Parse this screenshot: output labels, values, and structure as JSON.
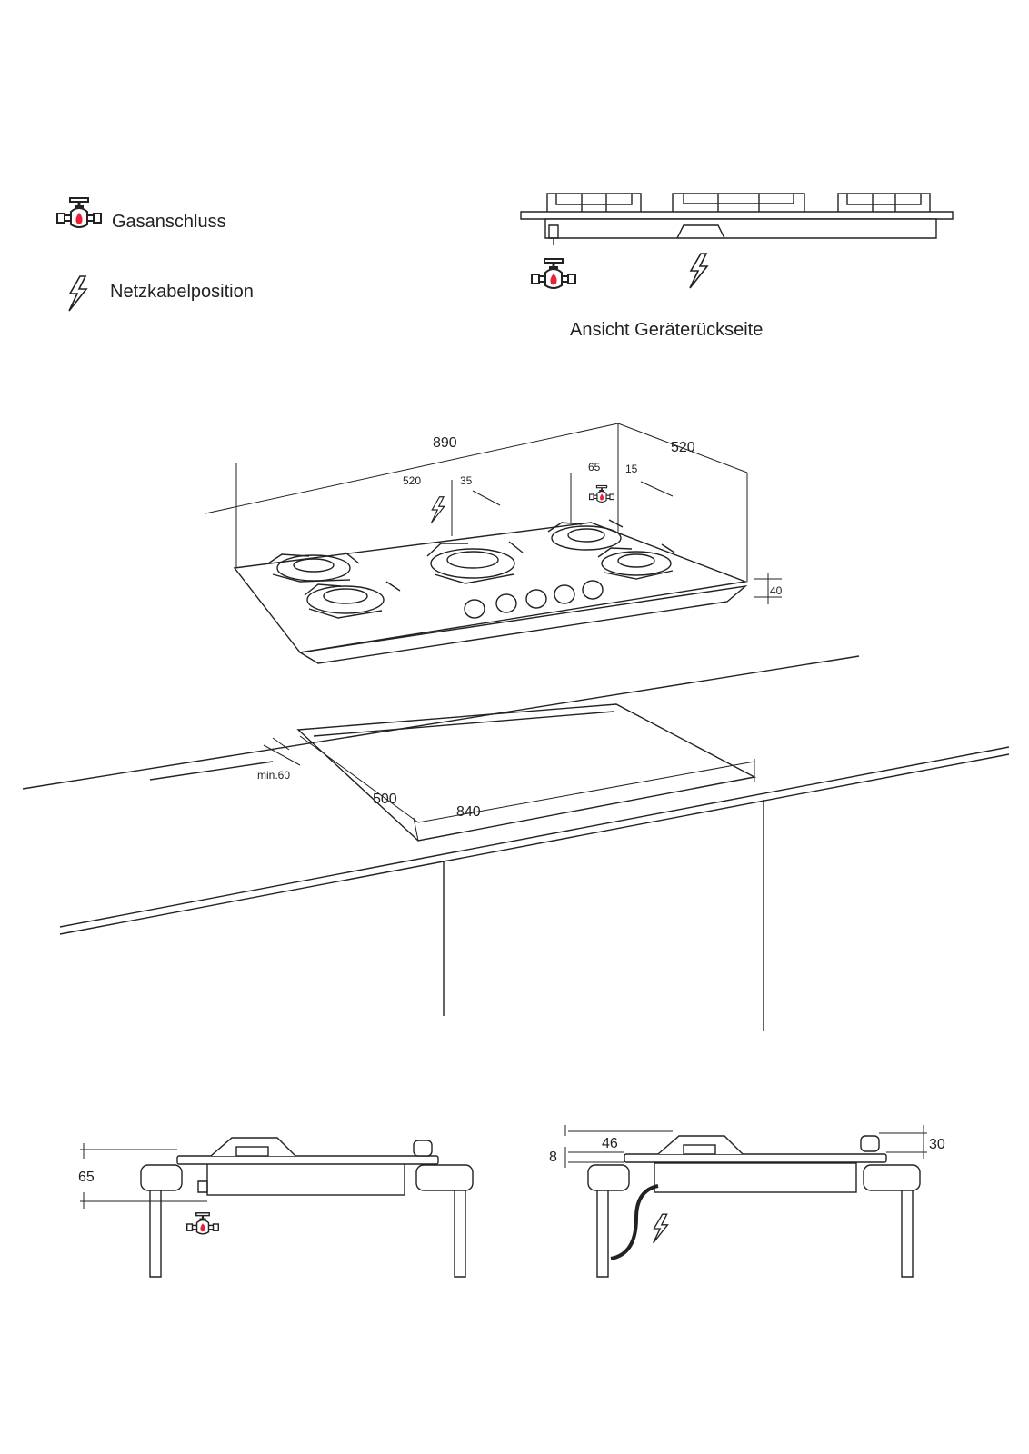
{
  "legend": {
    "gas_label": "Gasanschluss",
    "power_label": "Netzkabelposition"
  },
  "rear_view": {
    "caption": "Ansicht Geräterückseite"
  },
  "hob_dimensions": {
    "width": "890",
    "depth": "520",
    "power_offset": "520",
    "power_offset_small": "35",
    "gas_offset": "65",
    "gas_offset_small": "15",
    "height": "40"
  },
  "cutout_dimensions": {
    "min_distance": "min.60",
    "depth": "500",
    "width": "840"
  },
  "side_views": {
    "left_height": "65",
    "right_top": "46",
    "right_glass": "8",
    "right_knob": "30"
  },
  "colors": {
    "flame": "#e8203a",
    "line": "#222222"
  },
  "icons": [
    "gas-valve-icon",
    "lightning-icon"
  ]
}
